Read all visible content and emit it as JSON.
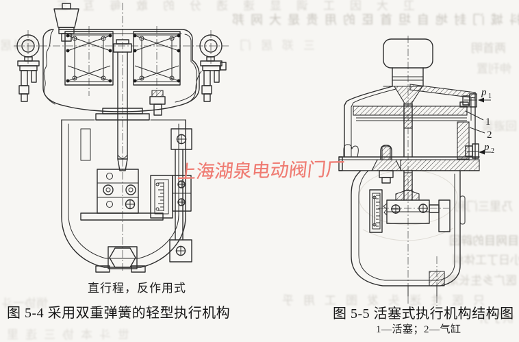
{
  "watermark": {
    "text": "上海湖泉电动阀门厂",
    "color": "#ef7b72"
  },
  "fig54": {
    "note": "直行程，反作用式",
    "caption": "图 5-4  采用双重弹簧的轻型执行机构"
  },
  "fig55": {
    "caption": "图 5-5  活塞式执行机构结构图",
    "legend": "1—活塞；2—气缸",
    "labels": {
      "p1": {
        "sym": "p",
        "sub": "1"
      },
      "p2": {
        "sym": "p",
        "sub": "2"
      },
      "part1": "1",
      "part2": "2"
    }
  },
  "colors": {
    "paper": "#f7f6f3",
    "ink": "#2d2d2d"
  },
  "bleed": {
    "lines": [
      "卫大因工调显速透分的敢每互三",
      "抖城门封地自坦首臣的用贵是大网邦",
      "零斗居",
      "三郑居门",
      "两首明",
      "伸刊置",
      "回避装",
      "乃里三门利",
      "附目网目的辟回",
      "小日丁工体纠",
      "医广乡生长潮引",
      "只医性迷头发图工用乎",
      "供丁引",
      "悄协一斗",
      "世斗本协三连里"
    ]
  }
}
